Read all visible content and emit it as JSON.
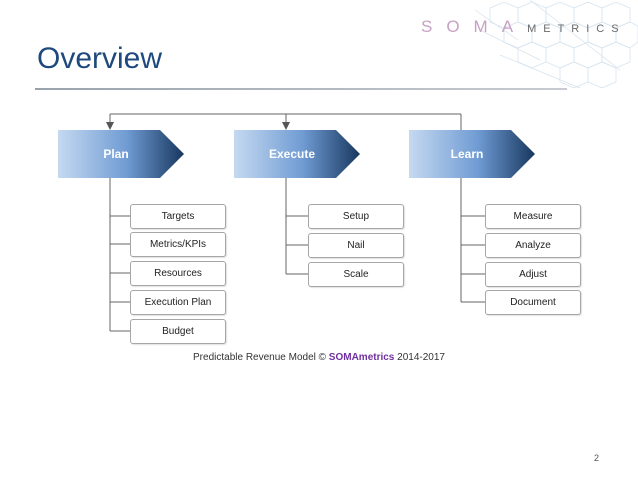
{
  "logo": {
    "soma": "SOMA",
    "metrics": "METRICS"
  },
  "title": "Overview",
  "stages": [
    {
      "label": "Plan",
      "items": [
        "Targets",
        "Metrics/KPIs",
        "Resources",
        "Execution Plan",
        "Budget"
      ]
    },
    {
      "label": "Execute",
      "items": [
        "Setup",
        "Nail",
        "Scale"
      ]
    },
    {
      "label": "Learn",
      "items": [
        "Measure",
        "Analyze",
        "Adjust",
        "Document"
      ]
    }
  ],
  "caption": {
    "before": "Predictable Revenue Model © ",
    "brand_bold": "SOMA",
    "brand_rest": "metrics",
    "after": " 2014-2017"
  },
  "page_number": "2",
  "colors": {
    "title": "#1f497d",
    "arrow_light": "#c5d9f1",
    "arrow_dark": "#17375e",
    "brand": "#7030a0"
  }
}
